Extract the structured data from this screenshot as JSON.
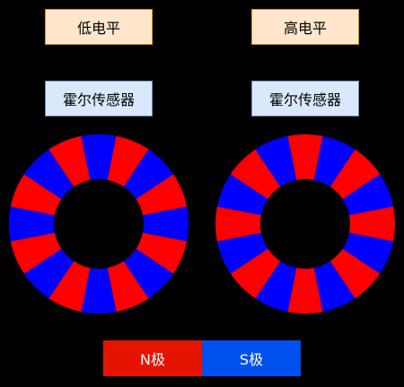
{
  "labels": {
    "left_level": "低电平",
    "right_level": "高电平",
    "left_sensor": "霍尔传感器",
    "right_sensor": "霍尔传感器"
  },
  "legend": {
    "n_label": "N极",
    "s_label": "S极",
    "n_color": "#FF0000",
    "s_color": "#0000FF",
    "n_box_color": "#E51400",
    "s_box_color": "#0050EF"
  },
  "rings": {
    "segment_count": 16,
    "left_first_color": "s",
    "right_first_color": "n"
  }
}
